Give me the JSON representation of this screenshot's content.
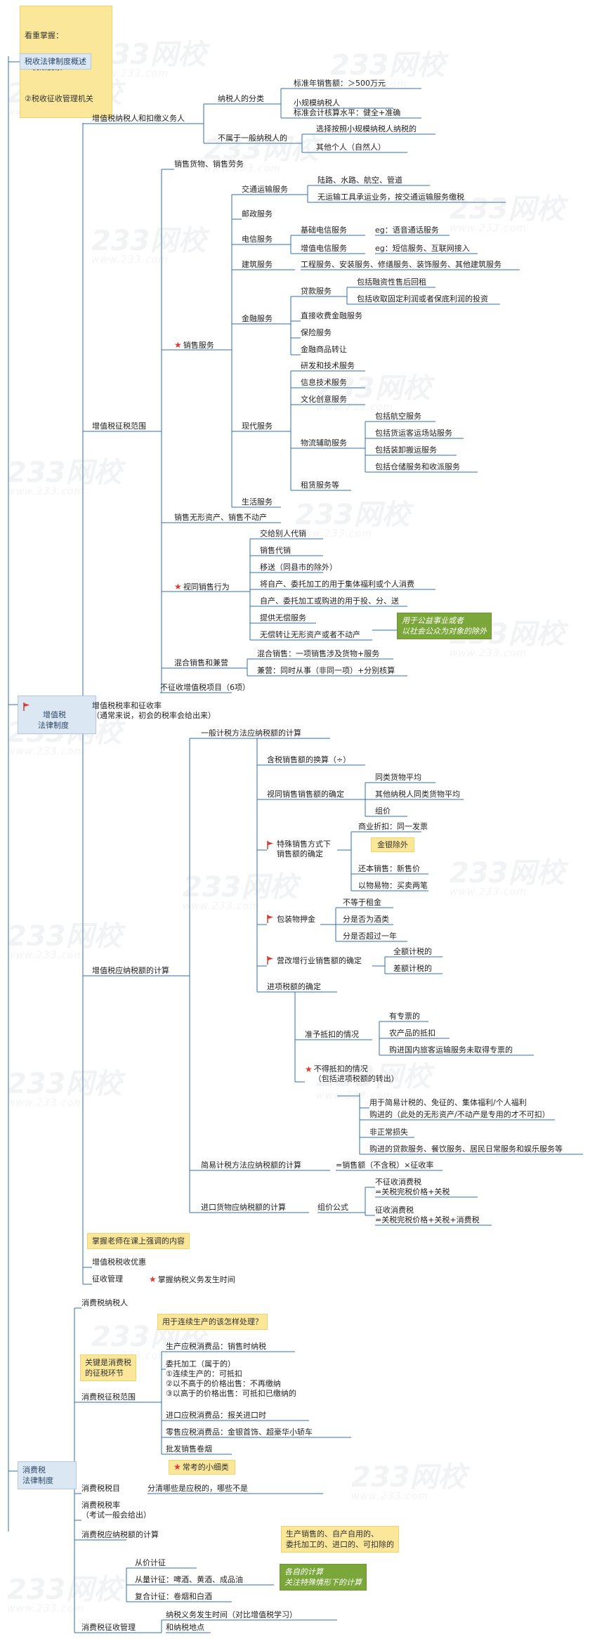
{
  "colors": {
    "line": "#2f6fb4",
    "yellow": "#fbe79a",
    "blue": "#dbe7f3",
    "green": "#7aa63a",
    "star": "#e03a2e"
  },
  "watermark": {
    "main": "233网校",
    "sub": "www.233.com"
  },
  "focus": {
    "title": "看重掌握：",
    "items": [
      "①税法要素",
      "②税收征收管理机关"
    ]
  },
  "overview": "税收法律制度概述",
  "vat": {
    "root": "增值税\n法律制度",
    "taxpayer": {
      "label": "增值税纳税人和扣缴义务人",
      "classify": "纳税人的分类",
      "standard": "标准年销售额：＞500万元",
      "small": "小规模纳税人",
      "accounting": "标准会计核算水平：健全+准确",
      "notGeneral": "不属于一般纳税人的",
      "optSmall": "选择按照小规模纳税人纳税的",
      "otherPerson": "其他个人（自然人）"
    },
    "scope": {
      "label": "增值税征税范围",
      "goods": "销售货物、销售劳务",
      "services": "销售服务",
      "transport": "交通运输服务",
      "transportItems": [
        "陆路、水路、航空、管道",
        "无运输工具承运业务，按交通运输服务缴税"
      ],
      "postal": "邮政服务",
      "telecom": "电信服务",
      "basicTel": "基础电信服务",
      "basicTelEg": "eg：语音通话服务",
      "valueTel": "增值电信服务",
      "valueTelEg": "eg：短信服务、互联网接入",
      "construction": "建筑服务",
      "constructionItems": "工程服务、安装服务、修缮服务、装饰服务、其他建筑服务",
      "finance": "金融服务",
      "loan": "贷款服务",
      "loanItems": [
        "包括融资性售后回租",
        "包括收取固定利润或者保底利润的投资"
      ],
      "directFee": "直接收费金融服务",
      "insurance": "保险服务",
      "transfer": "金融商品转让",
      "modern": "现代服务",
      "modernItems": [
        "研发和技术服务",
        "信息技术服务",
        "文化创意服务"
      ],
      "logistics": "物流辅助服务",
      "logisticsItems": [
        "包括航空服务",
        "包括货运客运场站服务",
        "包括装卸搬运服务",
        "包括仓储服务和收派服务"
      ],
      "leasing": "租赁服务等",
      "life": "生活服务",
      "intangible": "销售无形资产、销售不动产",
      "deemed": "视同销售行为",
      "deemedItems": [
        "交给别人代销",
        "销售代销",
        "移送（同县市的除外）",
        "将自产、委托加工的用于集体福利或个人消费",
        "自产、委托加工或购进的用于投、分、送",
        "提供无偿服务",
        "无偿转让无形资产或者不动产"
      ],
      "deemedNote": "用于公益事业或者\n以社会公众为对象的除外",
      "mixed": "混合销售和兼营",
      "mixedSale": "混合销售：一项销售涉及货物+服务",
      "concurrent": "兼营：同时从事（非同一项）+分别核算",
      "exempt": "不征收增值税项目（6项）"
    },
    "rate": "增值税税率和征收率\n（通常来说，初会的税率会给出来）",
    "calc": {
      "label": "增值税应纳税额的计算",
      "general": "一般计税方法应纳税额的计算",
      "inclusive": "含税销售额的换算（÷）",
      "deemedSales": "视同销售销售额的确定",
      "deemedItems": [
        "同类货物平均",
        "其他纳税人同类货物平均",
        "组价"
      ],
      "special": "特殊销售方式下\n销售额的确定",
      "specialItems": [
        "商业折扣：同一发票",
        "金银除外",
        "还本销售：新售价",
        "以物易物：买卖两笔"
      ],
      "deposit": "包装物押金",
      "depositItems": [
        "不等于租金",
        "分是否为酒类",
        "分是否超过一年"
      ],
      "vatReform": "营改增行业销售额的确定",
      "vatReformItems": [
        "全额计税的",
        "差额计税的"
      ],
      "input": "进项税额的确定",
      "deductible": "准予抵扣的情况",
      "deductibleItems": [
        "有专票的",
        "农产品的抵扣",
        "购进国内旅客运输服务未取得专票的"
      ],
      "nonDeductible": "不得抵扣的情况\n（包括进项税额的转出）",
      "nonDeductibleItems": [
        "用于简易计税的、免征的、集体福利/个人福利",
        "购进的（此处的无形资产/不动产是专用的才不可扣）",
        "非正常损失",
        "购进的贷款服务、餐饮服务、居民日常服务和娱乐服务等"
      ],
      "simple": "简易计税方法应纳税额的计算",
      "simpleFormula": "=销售额（不含税）×征收率",
      "import": "进口货物应纳税额的计算",
      "composite": "组价公式",
      "noConsumption": "不征收消费税\n=关税完税价格+关税",
      "withConsumption": "征收消费税\n=关税完税价格+关税+消费税"
    },
    "emphasis": "掌握老师在课上强调的内容",
    "preferential": "增值税税收优惠",
    "admin": "征收管理",
    "adminTime": "掌握纳税义务发生时间"
  },
  "consumption": {
    "root": "消费税\n法律制度",
    "taxpayer": "消费税纳税人",
    "continuous": "用于连续生产的该怎样处理？",
    "key": "关键是消费税\n的征税环节",
    "scope": "消费税征税范围",
    "scopeItems": [
      "生产应税消费品：销售时纳税",
      "委托加工（属于的）\n①连续生产的：可抵扣\n②以不高于的价格出售：不再缴纳\n③以高于的价格出售：可抵扣已缴纳的",
      "进口应税消费品：报关进口时",
      "零售应税消费品：金银首饰、超豪华小轿车",
      "批发销售卷烟"
    ],
    "commonDetail": "常考的小细类",
    "items": "消费税税目",
    "itemsNote": "分清哪些是应税的，哪些不是",
    "rate": "消费税税率\n（考试一般会给出）",
    "calc": "消费税应纳税额的计算",
    "calcNote": "生产销售的、自产自用的、\n委托加工的、进口的、可扣除的",
    "adValorem": "从价计征",
    "specific": "从量计征：啤酒、黄酒、成品油",
    "compound": "复合计征：卷烟和白酒",
    "calcGreen": "各自的计算\n关注特殊情形下的计算",
    "admin": "消费税征收管理",
    "adminItems": [
      "纳税义务发生时间（对比增值税学习）",
      "和纳税地点"
    ]
  }
}
